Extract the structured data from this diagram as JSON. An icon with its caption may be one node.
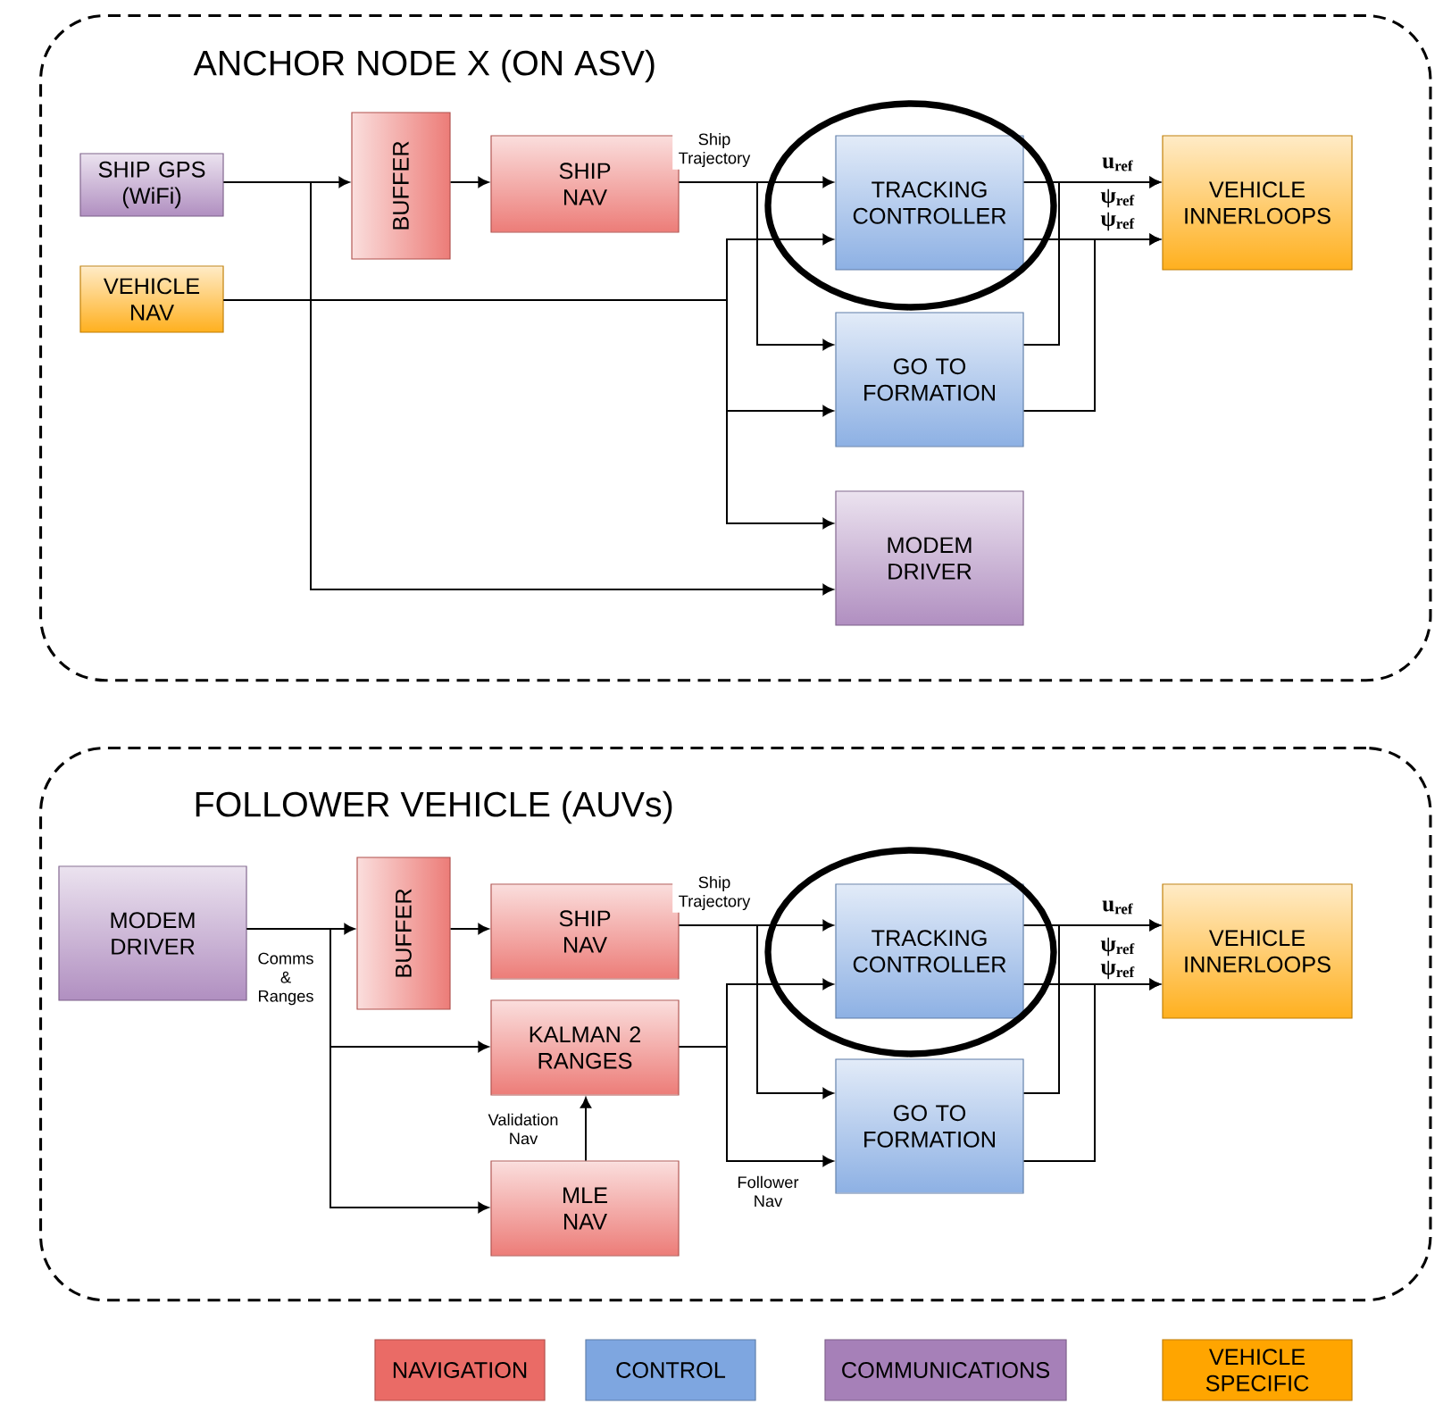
{
  "diagram": {
    "nodes": [
      {
        "text": [
          "ANCHOR NODE X (ON ASV)"
        ]
      },
      {
        "text": [
          "SHIP GPS (WiFi)"
        ],
        "in": 0
      },
      {
        "text": [
          "VEHICLE NAV"
        ],
        "in": 0
      },
      {
        "text": [
          "BUFFER"
        ],
        "in": 0
      },
      {
        "text": [
          "SHIP NAV"
        ],
        "in": 0
      },
      {
        "text": [
          "TRACKING CONTROLLER"
        ],
        "in": 0
      },
      {
        "text": [
          "GO TO FORMATION"
        ],
        "in": 0
      },
      {
        "text": [
          "MODEM DRIVER"
        ],
        "in": 0
      },
      {
        "text": [
          "VEHICLE INNERLOOPS"
        ],
        "in": 0
      },
      {
        "text": [
          "FOLLOWER VEHICLE (AUVs)"
        ]
      },
      {
        "text": [
          "MODEM DRIVER"
        ],
        "in": 9
      },
      {
        "text": [
          "BUFFER"
        ],
        "in": 9
      },
      {
        "text": [
          "SHIP NAV"
        ],
        "in": 9
      },
      {
        "text": [
          "KALMAN 2 RANGES"
        ],
        "in": 9
      },
      {
        "text": [
          "MLE NAV"
        ],
        "in": 9
      },
      {
        "text": [
          "TRACKING CONTROLLER"
        ],
        "in": 9
      },
      {
        "text": [
          "GO TO FORMATION"
        ],
        "in": 9
      },
      {
        "text": [
          "VEHICLE INNERLOOPS"
        ],
        "in": 9
      }
    ],
    "edges": [
      {
        "from": 1,
        "to": 3,
        "arrow": "to"
      },
      {
        "from": 1,
        "to": 7,
        "arrow": "to"
      },
      {
        "from": 3,
        "to": 4,
        "arrow": "to"
      },
      {
        "from": 4,
        "to": 5,
        "arrow": "to",
        "label": "Ship Trajectory"
      },
      {
        "from": 4,
        "to": 6,
        "arrow": "to"
      },
      {
        "from": 2,
        "to": 5,
        "arrow": "to"
      },
      {
        "from": 2,
        "to": 6,
        "arrow": "to"
      },
      {
        "from": 2,
        "to": 7,
        "arrow": "to"
      },
      {
        "from": 5,
        "to": 8,
        "arrow": "to",
        "label": "u$_{ref}$"
      },
      {
        "from": 5,
        "to": 8,
        "arrow": "to",
        "label": "ψ$_{ref}$"
      },
      {
        "from": 6,
        "to": 8,
        "arrow": "to"
      },
      {
        "from": 6,
        "to": 8,
        "arrow": "to",
        "label": "ψ$_{ref}$"
      },
      {
        "from": 10,
        "to": 11,
        "arrow": "to",
        "label": "Comms & Ranges"
      },
      {
        "from": 10,
        "to": 13,
        "arrow": "to"
      },
      {
        "from": 10,
        "to": 14,
        "arrow": "to"
      },
      {
        "from": 11,
        "to": 12,
        "arrow": "to"
      },
      {
        "from": 12,
        "to": 15,
        "arrow": "to",
        "label": "Ship Trajectory"
      },
      {
        "from": 12,
        "to": 16,
        "arrow": "to"
      },
      {
        "from": 13,
        "to": 15,
        "arrow": "to"
      },
      {
        "from": 13,
        "to": 16,
        "arrow": "to",
        "label": "Follower Nav"
      },
      {
        "from": 14,
        "to": 13,
        "arrow": "to",
        "label": "Validation Nav"
      },
      {
        "from": 15,
        "to": 17,
        "arrow": "to",
        "label": "u$_{ref}$"
      },
      {
        "from": 15,
        "to": 17,
        "arrow": "to",
        "label": "ψ$_{ref}$"
      },
      {
        "from": 16,
        "to": 17,
        "arrow": "to"
      },
      {
        "from": 16,
        "to": 17,
        "arrow": "to",
        "label": "ψ$_{ref}$"
      }
    ],
    "legend": [
      {
        "text": "NAVIGATION",
        "color": "#ea6b66"
      },
      {
        "text": "CONTROL",
        "color": "#7ea6e0"
      },
      {
        "text": "COMMUNICATIONS",
        "color": "#a680b8"
      },
      {
        "text": "VEHICLE SPECIFIC",
        "color": "#ffa500"
      }
    ]
  }
}
